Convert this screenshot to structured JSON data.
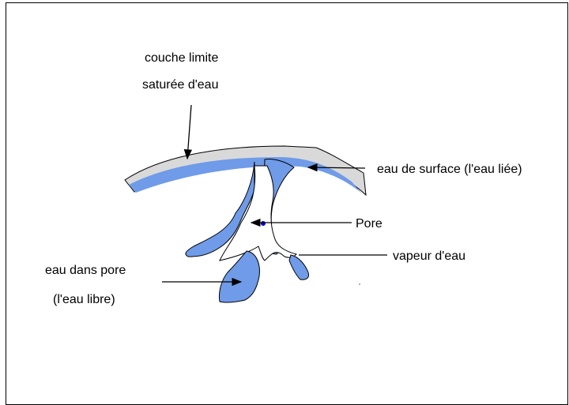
{
  "labels": {
    "boundary_layer_line1": "couche limite",
    "boundary_layer_line2": "saturée d'eau",
    "surface_water": "eau de surface (l'eau liée)",
    "pore": "Pore",
    "water_vapour": "vapeur d'eau",
    "pore_water_line1": "eau dans pore",
    "pore_water_line2": "(l'eau libre)"
  },
  "colors": {
    "water": "#6f9be8",
    "boundary_layer": "#d9d9d9",
    "outline": "#000000",
    "pore_marker": "#0000cc"
  }
}
